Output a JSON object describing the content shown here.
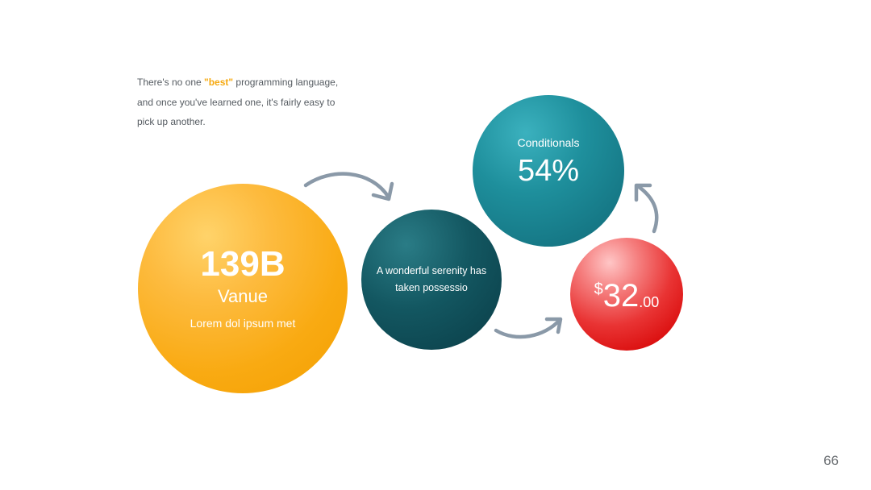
{
  "intro": {
    "before": "There's no one ",
    "highlight": "\"best\"",
    "after": " programming language, and once you've learned one, it's fairly easy to pick up another."
  },
  "circles": {
    "yellow": {
      "value": "139B",
      "title": "Vanue",
      "subtitle": "Lorem dol ipsum met",
      "color": "#f9aa12"
    },
    "dark_teal": {
      "text": "A wonderful serenity has taken possessio",
      "color": "#0d4650"
    },
    "teal": {
      "label": "Conditionals",
      "value": "54%",
      "color": "#1a8896"
    },
    "red": {
      "currency": "$",
      "amount": "32",
      "cents": ".00",
      "color": "#d90a0a"
    }
  },
  "arrow_color": "#8a99a8",
  "page_number": "66"
}
